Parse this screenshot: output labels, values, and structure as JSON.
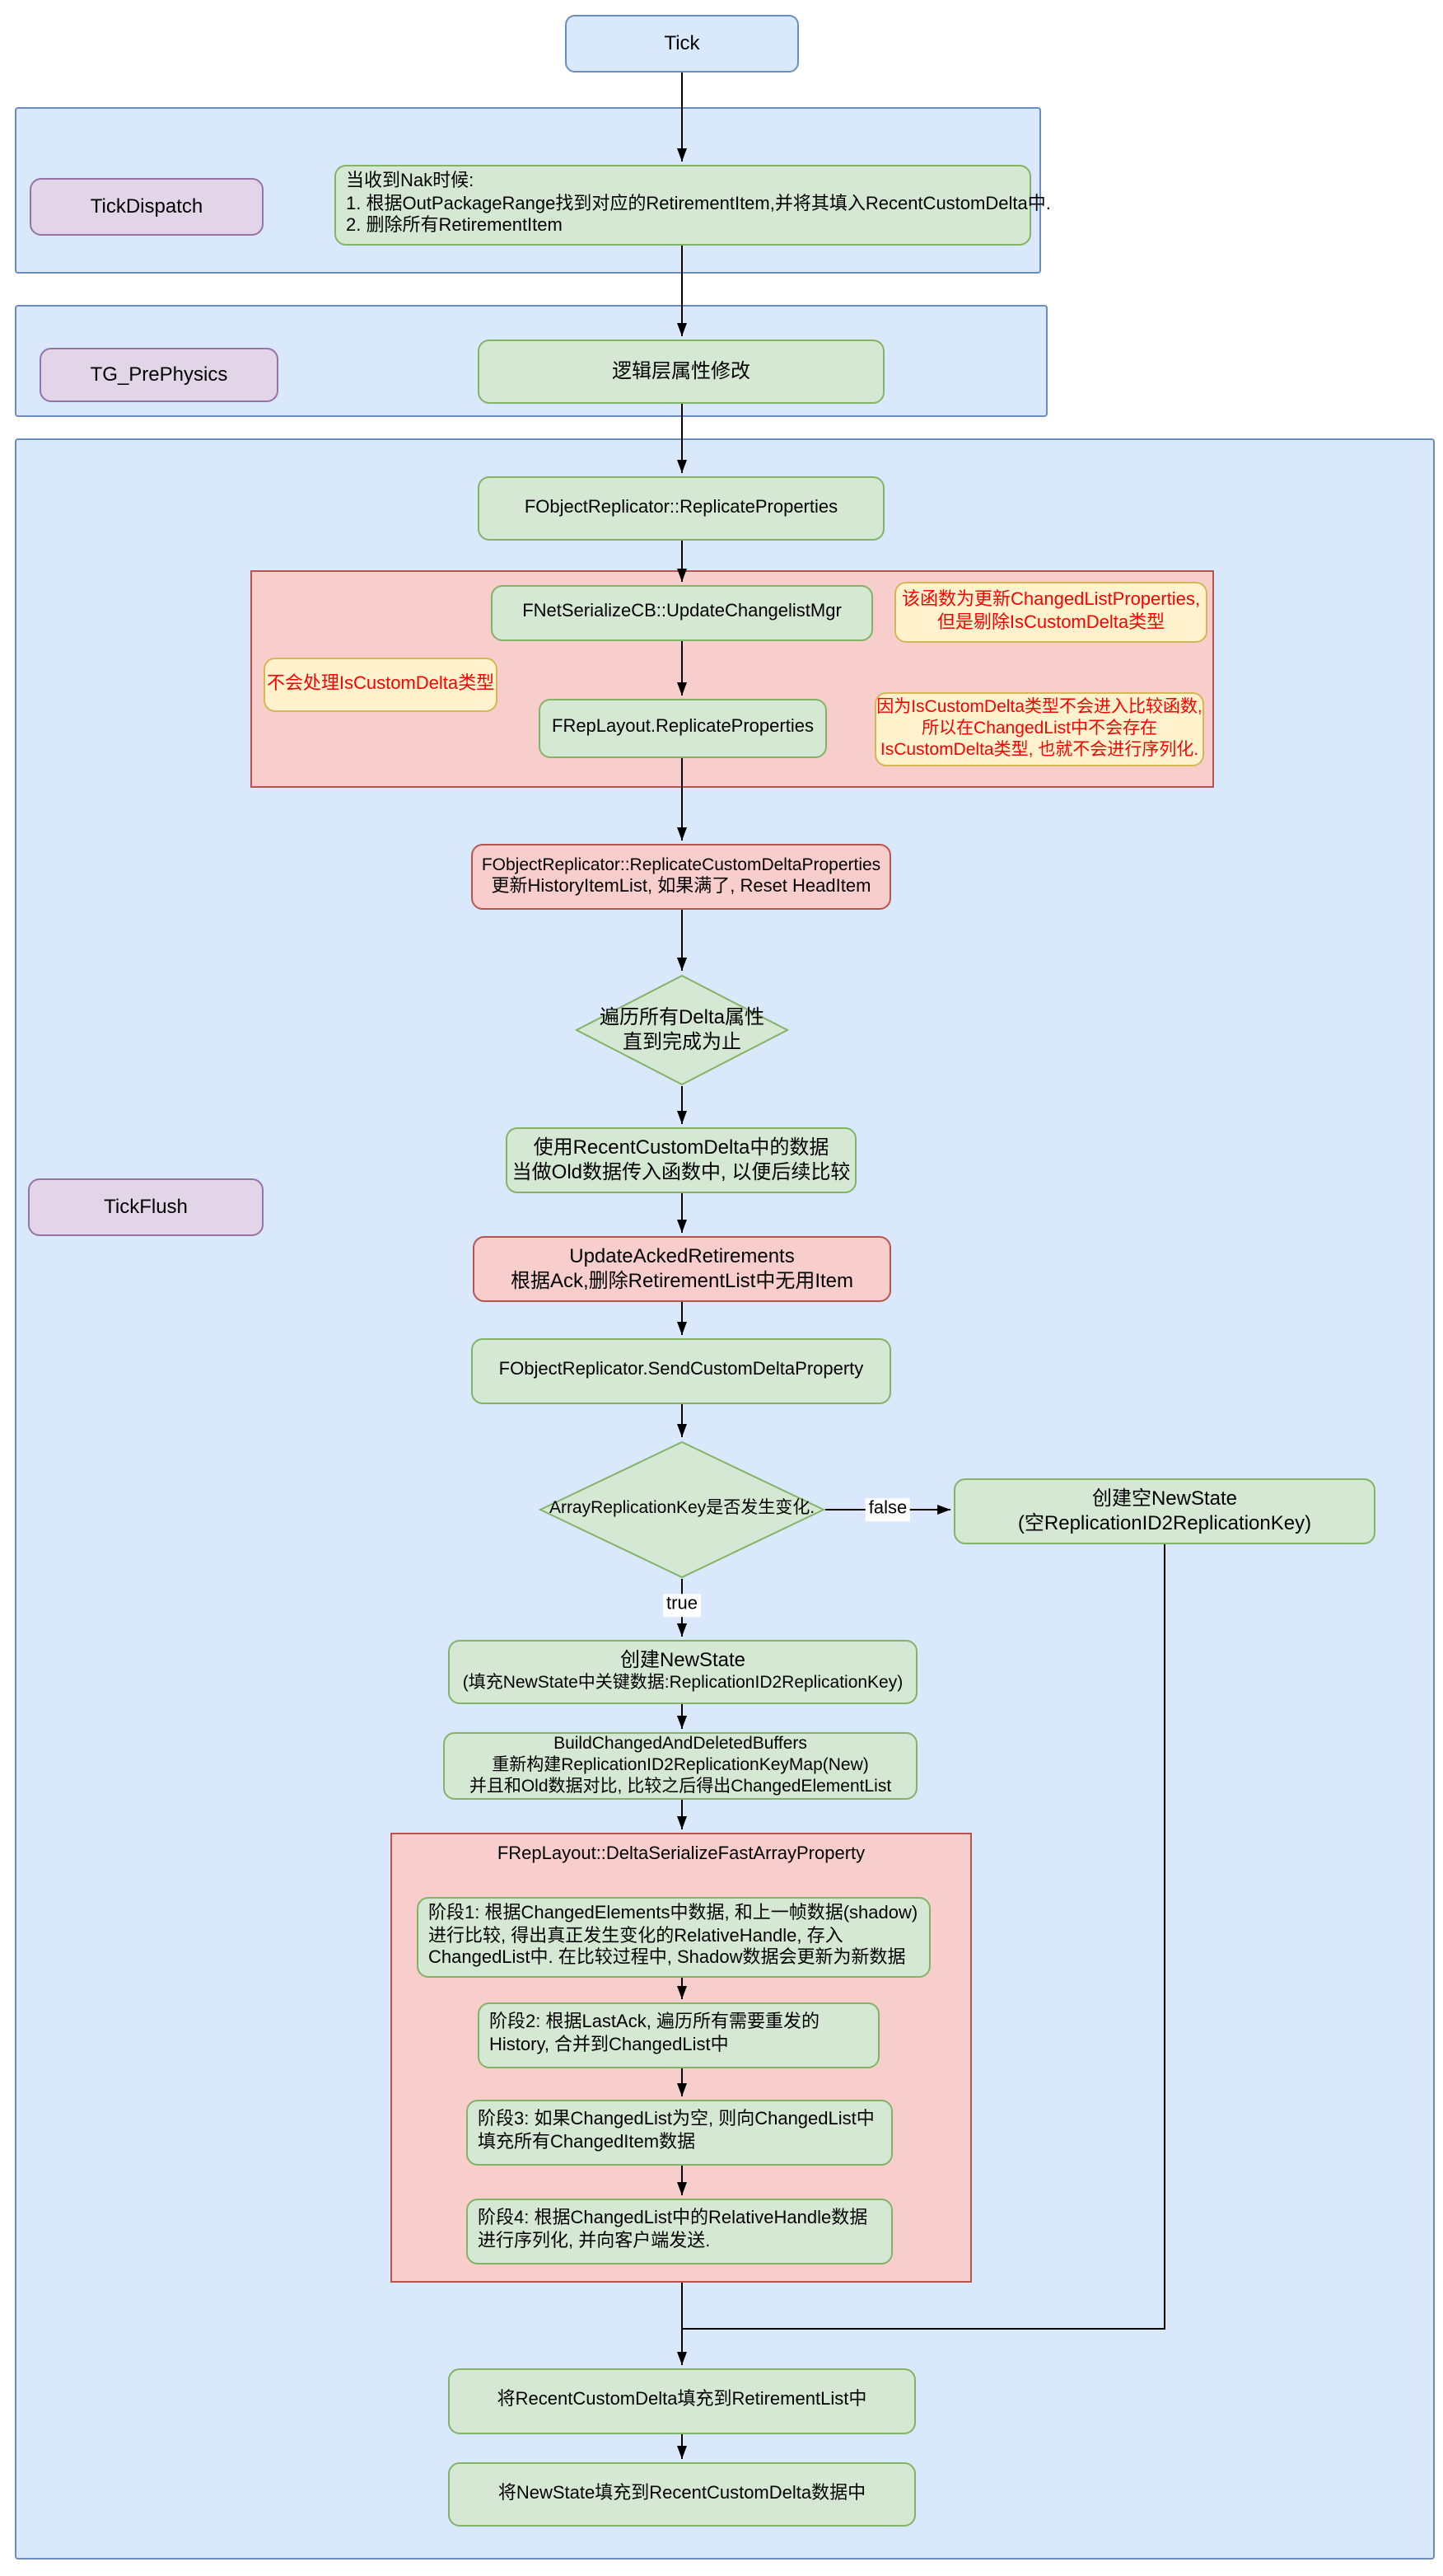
{
  "diagram": {
    "tick": {
      "label": "Tick"
    },
    "lanes": {
      "tick_dispatch": {
        "label": "TickDispatch"
      },
      "tg_pre_physics": {
        "label": "TG_PrePhysics"
      },
      "tick_flush": {
        "label": "TickFlush"
      }
    },
    "nodes": {
      "nak_note": {
        "line1": "当收到Nak时候:",
        "line2": "1. 根据OutPackageRange找到对应的RetirementItem,并将其填入RecentCustomDelta中.",
        "line3": "2. 删除所有RetirementItem"
      },
      "logic_modify": {
        "label": "逻辑层属性修改"
      },
      "replicate_properties": {
        "label": "FObjectReplicator::ReplicateProperties"
      },
      "update_changelist_mgr": {
        "label": "FNetSerializeCB::UpdateChangelistMgr"
      },
      "replayout_replicate": {
        "label": "FRepLayout.ReplicateProperties"
      },
      "replicate_custom_delta": {
        "line1": "FObjectReplicator::ReplicateCustomDeltaProperties",
        "line2": "更新HistoryItemList, 如果满了, Reset HeadItem"
      },
      "loop_delta": {
        "line1": "遍历所有Delta属性",
        "line2": "直到完成为止"
      },
      "use_recent": {
        "line1": "使用RecentCustomDelta中的数据",
        "line2": "当做Old数据传入函数中, 以便后续比较"
      },
      "update_acked": {
        "line1": "UpdateAckedRetirements",
        "line2": "根据Ack,删除RetirementList中无用Item"
      },
      "send_custom_delta": {
        "label": "FObjectReplicator.SendCustomDeltaProperty"
      },
      "array_key_changed": {
        "label": "ArrayReplicationKey是否发生变化."
      },
      "create_empty_newstate": {
        "line1": "创建空NewState",
        "line2": "(空ReplicationID2ReplicationKey)"
      },
      "create_newstate": {
        "line1": "创建NewState",
        "line2": "(填充NewState中关键数据:ReplicationID2ReplicationKey)"
      },
      "build_changed": {
        "line1": "BuildChangedAndDeletedBuffers",
        "line2": "重新构建ReplicationID2ReplicationKeyMap(New)",
        "line3": "并且和Old数据对比, 比较之后得出ChangedElementList"
      },
      "delta_serialize": {
        "title": "FRepLayout::DeltaSerializeFastArrayProperty"
      },
      "stage1": {
        "text": "阶段1: 根据ChangedElements中数据, 和上一帧数据(shadow)进行比较, 得出真正发生变化的RelativeHandle, 存入ChangedList中. 在比较过程中, Shadow数据会更新为新数据"
      },
      "stage2": {
        "text": "阶段2: 根据LastAck, 遍历所有需要重发的History, 合并到ChangedList中"
      },
      "stage3": {
        "text": "阶段3: 如果ChangedList为空, 则向ChangedList中填充所有ChangedItem数据"
      },
      "stage4": {
        "text": "阶段4: 根据ChangedList中的RelativeHandle数据进行序列化, 并向客户端发送."
      },
      "fill_retirement": {
        "label": "将RecentCustomDelta填充到RetirementList中"
      },
      "fill_recent": {
        "label": "将NewState填充到RecentCustomDelta数据中"
      }
    },
    "notes": {
      "no_handle_custom_delta": {
        "text": "不会处理IsCustomDelta类型"
      },
      "update_changedlist": {
        "line1": "该函数为更新ChangedListProperties,",
        "line2": "但是剔除IsCustomDelta类型"
      },
      "because_custom_delta": {
        "line1": "因为IsCustomDelta类型不会进入比较函数,",
        "line2": "所以在ChangedList中不会存在",
        "line3": "IsCustomDelta类型, 也就不会进行序列化."
      }
    },
    "edge_labels": {
      "false_branch": "false",
      "true_branch": "true"
    },
    "colors": {
      "container_fill": "#DAE8FC",
      "container_stroke": "#6C8EBF",
      "process_fill": "#D5E8D4",
      "process_stroke": "#82B366",
      "alert_fill": "#F8CECC",
      "alert_stroke": "#B85450",
      "lane_label_fill": "#E1D5E7",
      "lane_label_stroke": "#9673A6",
      "note_fill": "#FFF2CC",
      "note_stroke": "#D6B656",
      "note_text": "#FF0000",
      "edge": "#000000"
    }
  }
}
